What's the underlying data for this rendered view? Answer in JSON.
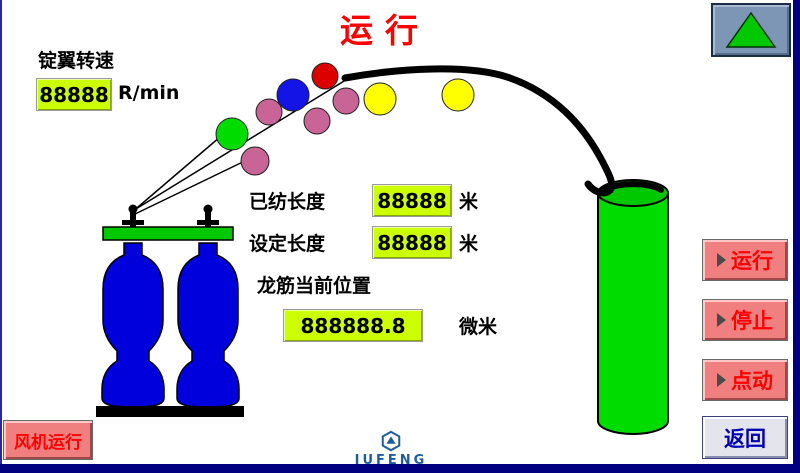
{
  "title": "运行",
  "spindle_speed": {
    "label": "锭翼转速",
    "value": "88888",
    "unit": "R/min"
  },
  "spun_length": {
    "label": "已纺长度",
    "value": "88888",
    "unit": "米"
  },
  "set_length": {
    "label": "设定长度",
    "value": "88888",
    "unit": "米"
  },
  "rail_position": {
    "label": "龙筋当前位置",
    "value": "888888.8",
    "unit": "微米"
  },
  "buttons": {
    "up_icon": "up-arrow",
    "run": "运行",
    "stop": "停止",
    "jog": "点动",
    "back": "返回",
    "fan": "风机运行"
  },
  "logo": {
    "text": "JUFENG"
  },
  "colors": {
    "title_text": "#FF0000",
    "value_box_bg": "#CCFF00",
    "action_button_bg": "#F08080",
    "action_button_text": "#FF0000",
    "back_button_text": "#0000B0",
    "frame_navy": "#000080",
    "up_button_bg": "#7E96B6",
    "up_arrow_green": "#00C800",
    "cylinder_green": "#00DC00",
    "platform_green": "#00C800",
    "bobbin_blue": "#0000DC",
    "circle_green": "#00DC00",
    "circle_pink": "#C86496",
    "circle_blue": "#1414E6",
    "circle_red": "#DC0000",
    "circle_yellow": "#FFFF00"
  }
}
